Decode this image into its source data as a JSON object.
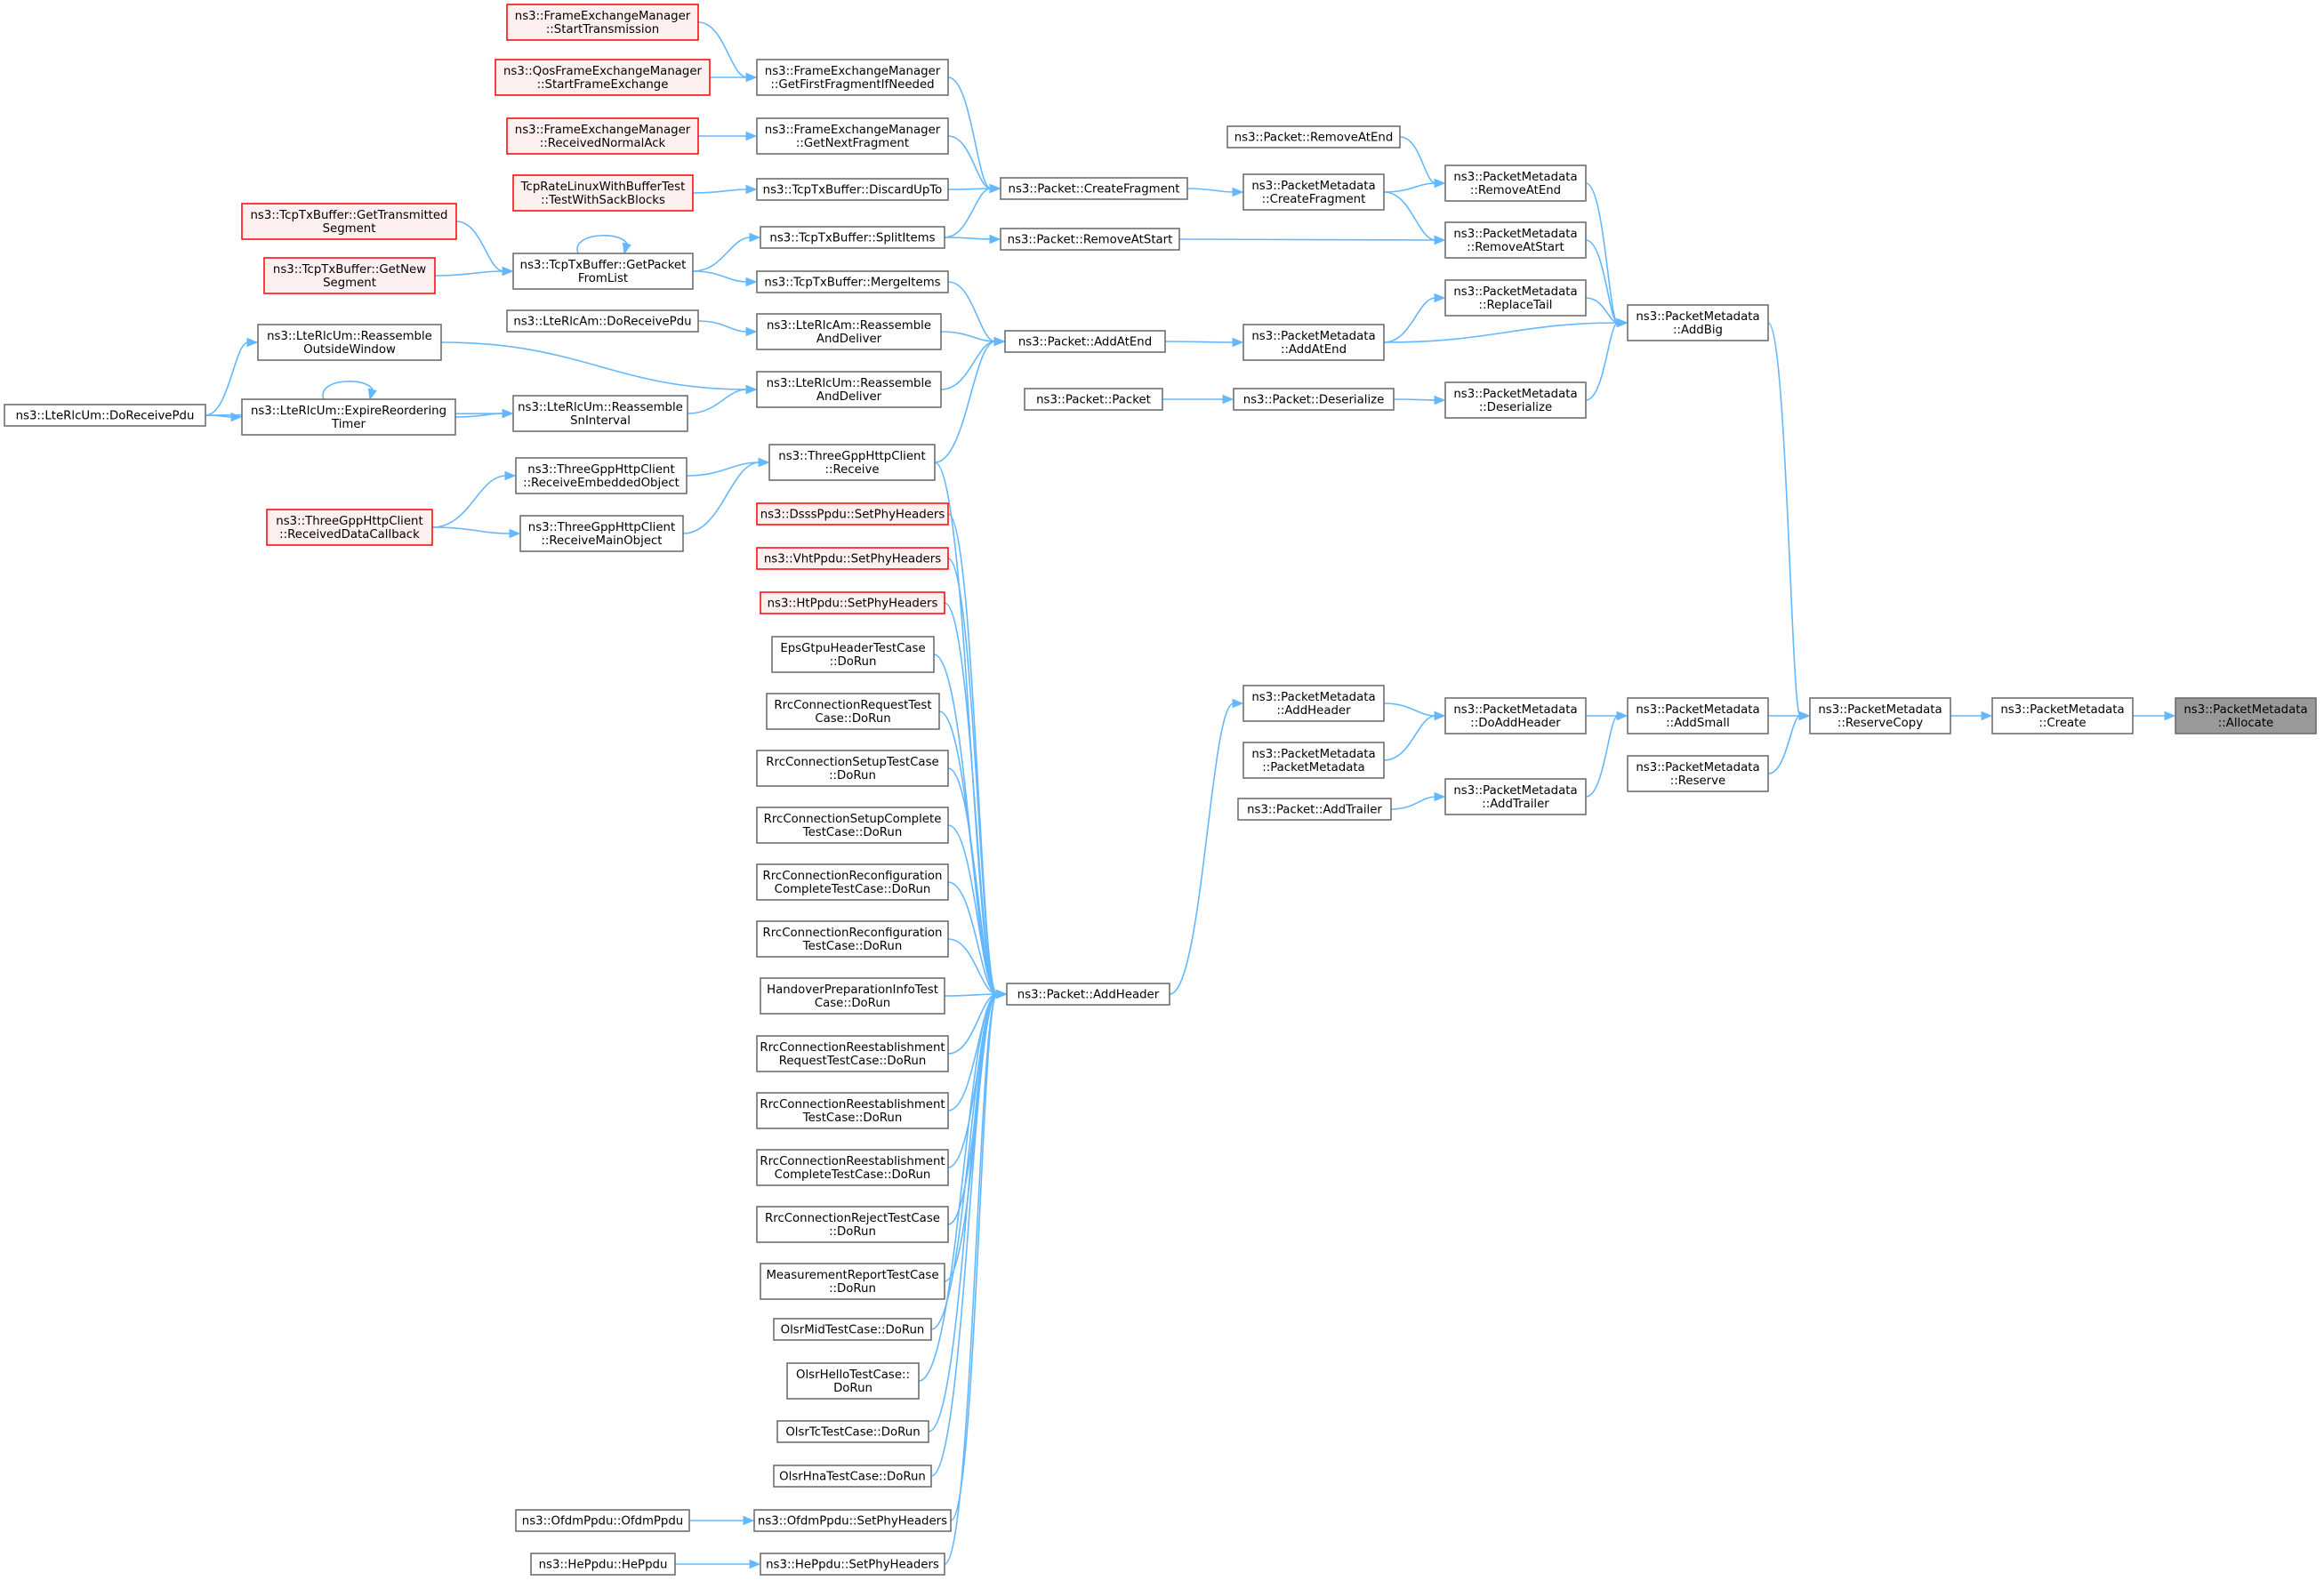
{
  "colors": {
    "edge": "#63b8ff",
    "node_border": "#666666",
    "link_error_border": "#ff0000",
    "link_error_fill": "#fff0f0",
    "current_fill": "#999999"
  },
  "nodes": {
    "fem_start_tx": {
      "lines": [
        "ns3::FrameExchangeManager",
        "::StartTransmission"
      ],
      "style": "red"
    },
    "qos_start_fe": {
      "lines": [
        "ns3::QosFrameExchangeManager",
        "::StartFrameExchange"
      ],
      "style": "red"
    },
    "fem_recv_normal_ack": {
      "lines": [
        "ns3::FrameExchangeManager",
        "::ReceivedNormalAck"
      ],
      "style": "red"
    },
    "tcp_rate_test": {
      "lines": [
        "TcpRateLinuxWithBufferTest",
        "::TestWithSackBlocks"
      ],
      "style": "red"
    },
    "tx_get_transmitted": {
      "lines": [
        "ns3::TcpTxBuffer::GetTransmitted",
        "Segment"
      ],
      "style": "red"
    },
    "tx_get_new": {
      "lines": [
        "ns3::TcpTxBuffer::GetNew",
        "Segment"
      ],
      "style": "red"
    },
    "um_reassemble_outside": {
      "lines": [
        "ns3::LteRlcUm::Reassemble",
        "OutsideWindow"
      ],
      "style": "normal"
    },
    "am_do_receive": {
      "lines": [
        "ns3::LteRlcAm::DoReceivePdu"
      ],
      "style": "normal"
    },
    "um_do_receive": {
      "lines": [
        "ns3::LteRlcUm::DoReceivePdu"
      ],
      "style": "normal"
    },
    "um_expire_reorder": {
      "lines": [
        "ns3::LteRlcUm::ExpireReordering",
        "Timer"
      ],
      "style": "normal"
    },
    "http_received_cb": {
      "lines": [
        "ns3::ThreeGppHttpClient",
        "::ReceivedDataCallback"
      ],
      "style": "red"
    },
    "fem_get_first_frag": {
      "lines": [
        "ns3::FrameExchangeManager",
        "::GetFirstFragmentIfNeeded"
      ],
      "style": "normal"
    },
    "fem_get_next_frag": {
      "lines": [
        "ns3::FrameExchangeManager",
        "::GetNextFragment"
      ],
      "style": "normal"
    },
    "tx_discard_upto": {
      "lines": [
        "ns3::TcpTxBuffer::DiscardUpTo"
      ],
      "style": "normal"
    },
    "tx_split_items": {
      "lines": [
        "ns3::TcpTxBuffer::SplitItems"
      ],
      "style": "normal"
    },
    "tx_merge_items": {
      "lines": [
        "ns3::TcpTxBuffer::MergeItems"
      ],
      "style": "normal"
    },
    "tx_get_packet_from_list": {
      "lines": [
        "ns3::TcpTxBuffer::GetPacket",
        "FromList"
      ],
      "style": "normal"
    },
    "am_reassemble_deliver": {
      "lines": [
        "ns3::LteRlcAm::Reassemble",
        "AndDeliver"
      ],
      "style": "normal"
    },
    "um_reassemble_deliver": {
      "lines": [
        "ns3::LteRlcUm::Reassemble",
        "AndDeliver"
      ],
      "style": "normal"
    },
    "um_reassemble_sn": {
      "lines": [
        "ns3::LteRlcUm::Reassemble",
        "SnInterval"
      ],
      "style": "normal"
    },
    "http_receive": {
      "lines": [
        "ns3::ThreeGppHttpClient",
        "::Receive"
      ],
      "style": "normal"
    },
    "http_recv_embedded": {
      "lines": [
        "ns3::ThreeGppHttpClient",
        "::ReceiveEmbeddedObject"
      ],
      "style": "normal"
    },
    "http_recv_main": {
      "lines": [
        "ns3::ThreeGppHttpClient",
        "::ReceiveMainObject"
      ],
      "style": "normal"
    },
    "dsss_set_phy": {
      "lines": [
        "ns3::DsssPpdu::SetPhyHeaders"
      ],
      "style": "red"
    },
    "vht_set_phy": {
      "lines": [
        "ns3::VhtPpdu::SetPhyHeaders"
      ],
      "style": "red"
    },
    "ht_set_phy": {
      "lines": [
        "ns3::HtPpdu::SetPhyHeaders"
      ],
      "style": "red"
    },
    "eps_gtpu_test": {
      "lines": [
        "EpsGtpuHeaderTestCase",
        "::DoRun"
      ],
      "style": "normal"
    },
    "rrc_req_test": {
      "lines": [
        "RrcConnectionRequestTest",
        "Case::DoRun"
      ],
      "style": "normal"
    },
    "rrc_setup_test": {
      "lines": [
        "RrcConnectionSetupTestCase",
        "::DoRun"
      ],
      "style": "normal"
    },
    "rrc_setup_complete_test": {
      "lines": [
        "RrcConnectionSetupComplete",
        "TestCase::DoRun"
      ],
      "style": "normal"
    },
    "rrc_reconf_complete_test": {
      "lines": [
        "RrcConnectionReconfiguration",
        "CompleteTestCase::DoRun"
      ],
      "style": "normal"
    },
    "rrc_reconf_test": {
      "lines": [
        "RrcConnectionReconfiguration",
        "TestCase::DoRun"
      ],
      "style": "normal"
    },
    "handover_prep_test": {
      "lines": [
        "HandoverPreparationInfoTest",
        "Case::DoRun"
      ],
      "style": "normal"
    },
    "rrc_reest_req_test": {
      "lines": [
        "RrcConnectionReestablishment",
        "RequestTestCase::DoRun"
      ],
      "style": "normal"
    },
    "rrc_reest_test": {
      "lines": [
        "RrcConnectionReestablishment",
        "TestCase::DoRun"
      ],
      "style": "normal"
    },
    "rrc_reest_complete_test": {
      "lines": [
        "RrcConnectionReestablishment",
        "CompleteTestCase::DoRun"
      ],
      "style": "normal"
    },
    "rrc_reject_test": {
      "lines": [
        "RrcConnectionRejectTestCase",
        "::DoRun"
      ],
      "style": "normal"
    },
    "meas_report_test": {
      "lines": [
        "MeasurementReportTestCase",
        "::DoRun"
      ],
      "style": "normal"
    },
    "olsr_mid_test": {
      "lines": [
        "OlsrMidTestCase::DoRun"
      ],
      "style": "normal"
    },
    "olsr_hello_test": {
      "lines": [
        "OlsrHelloTestCase::",
        "DoRun"
      ],
      "style": "normal"
    },
    "olsr_tc_test": {
      "lines": [
        "OlsrTcTestCase::DoRun"
      ],
      "style": "normal"
    },
    "olsr_hna_test": {
      "lines": [
        "OlsrHnaTestCase::DoRun"
      ],
      "style": "normal"
    },
    "ofdm_ppdu_ctor": {
      "lines": [
        "ns3::OfdmPpdu::OfdmPpdu"
      ],
      "style": "normal"
    },
    "ofdm_set_phy": {
      "lines": [
        "ns3::OfdmPpdu::SetPhyHeaders"
      ],
      "style": "normal"
    },
    "he_ppdu_ctor": {
      "lines": [
        "ns3::HePpdu::HePpdu"
      ],
      "style": "normal"
    },
    "he_set_phy": {
      "lines": [
        "ns3::HePpdu::SetPhyHeaders"
      ],
      "style": "normal"
    },
    "pkt_create_fragment": {
      "lines": [
        "ns3::Packet::CreateFragment"
      ],
      "style": "normal"
    },
    "pkt_remove_at_start": {
      "lines": [
        "ns3::Packet::RemoveAtStart"
      ],
      "style": "normal"
    },
    "pkt_add_at_end": {
      "lines": [
        "ns3::Packet::AddAtEnd"
      ],
      "style": "normal"
    },
    "pkt_packet": {
      "lines": [
        "ns3::Packet::Packet"
      ],
      "style": "normal"
    },
    "pkt_add_header": {
      "lines": [
        "ns3::Packet::AddHeader"
      ],
      "style": "normal"
    },
    "pkt_remove_at_end": {
      "lines": [
        "ns3::Packet::RemoveAtEnd"
      ],
      "style": "normal"
    },
    "pm_create_fragment": {
      "lines": [
        "ns3::PacketMetadata",
        "::CreateFragment"
      ],
      "style": "normal"
    },
    "pm_add_at_end": {
      "lines": [
        "ns3::PacketMetadata",
        "::AddAtEnd"
      ],
      "style": "normal"
    },
    "pkt_deserialize": {
      "lines": [
        "ns3::Packet::Deserialize"
      ],
      "style": "normal"
    },
    "pm_add_header": {
      "lines": [
        "ns3::PacketMetadata",
        "::AddHeader"
      ],
      "style": "normal"
    },
    "pm_packet_metadata": {
      "lines": [
        "ns3::PacketMetadata",
        "::PacketMetadata"
      ],
      "style": "normal"
    },
    "pkt_add_trailer": {
      "lines": [
        "ns3::Packet::AddTrailer"
      ],
      "style": "normal"
    },
    "pm_remove_at_end": {
      "lines": [
        "ns3::PacketMetadata",
        "::RemoveAtEnd"
      ],
      "style": "normal"
    },
    "pm_remove_at_start": {
      "lines": [
        "ns3::PacketMetadata",
        "::RemoveAtStart"
      ],
      "style": "normal"
    },
    "pm_replace_tail": {
      "lines": [
        "ns3::PacketMetadata",
        "::ReplaceTail"
      ],
      "style": "normal"
    },
    "pm_deserialize": {
      "lines": [
        "ns3::PacketMetadata",
        "::Deserialize"
      ],
      "style": "normal"
    },
    "pm_do_add_header": {
      "lines": [
        "ns3::PacketMetadata",
        "::DoAddHeader"
      ],
      "style": "normal"
    },
    "pm_add_trailer": {
      "lines": [
        "ns3::PacketMetadata",
        "::AddTrailer"
      ],
      "style": "normal"
    },
    "pm_add_big": {
      "lines": [
        "ns3::PacketMetadata",
        "::AddBig"
      ],
      "style": "normal"
    },
    "pm_add_small": {
      "lines": [
        "ns3::PacketMetadata",
        "::AddSmall"
      ],
      "style": "normal"
    },
    "pm_reserve": {
      "lines": [
        "ns3::PacketMetadata",
        "::Reserve"
      ],
      "style": "normal"
    },
    "pm_reserve_copy": {
      "lines": [
        "ns3::PacketMetadata",
        "::ReserveCopy"
      ],
      "style": "normal"
    },
    "pm_create": {
      "lines": [
        "ns3::PacketMetadata",
        "::Create"
      ],
      "style": "normal"
    },
    "pm_allocate": {
      "lines": [
        "ns3::PacketMetadata",
        "::Allocate"
      ],
      "style": "current"
    }
  },
  "edges": [
    [
      "fem_start_tx",
      "fem_get_first_frag"
    ],
    [
      "qos_start_fe",
      "fem_get_first_frag"
    ],
    [
      "fem_recv_normal_ack",
      "fem_get_next_frag"
    ],
    [
      "tcp_rate_test",
      "tx_discard_upto"
    ],
    [
      "tx_get_transmitted",
      "tx_get_packet_from_list"
    ],
    [
      "tx_get_new",
      "tx_get_packet_from_list"
    ],
    [
      "tx_get_packet_from_list",
      "tx_get_packet_from_list"
    ],
    [
      "tx_get_packet_from_list",
      "tx_split_items"
    ],
    [
      "tx_get_packet_from_list",
      "tx_merge_items"
    ],
    [
      "am_do_receive",
      "am_reassemble_deliver"
    ],
    [
      "um_do_receive",
      "um_reassemble_outside"
    ],
    [
      "um_do_receive",
      "um_expire_reorder"
    ],
    [
      "um_do_receive",
      "um_reassemble_sn"
    ],
    [
      "um_expire_reorder",
      "um_expire_reorder"
    ],
    [
      "um_expire_reorder",
      "um_reassemble_sn"
    ],
    [
      "um_reassemble_outside",
      "um_reassemble_deliver"
    ],
    [
      "um_reassemble_sn",
      "um_reassemble_deliver"
    ],
    [
      "http_received_cb",
      "http_recv_embedded"
    ],
    [
      "http_received_cb",
      "http_recv_main"
    ],
    [
      "http_recv_embedded",
      "http_receive"
    ],
    [
      "http_recv_main",
      "http_receive"
    ],
    [
      "fem_get_first_frag",
      "pkt_create_fragment"
    ],
    [
      "fem_get_next_frag",
      "pkt_create_fragment"
    ],
    [
      "tx_discard_upto",
      "pkt_create_fragment"
    ],
    [
      "tx_split_items",
      "pkt_create_fragment"
    ],
    [
      "tx_split_items",
      "pkt_remove_at_start"
    ],
    [
      "tx_merge_items",
      "pkt_add_at_end"
    ],
    [
      "am_reassemble_deliver",
      "pkt_add_at_end"
    ],
    [
      "um_reassemble_deliver",
      "pkt_add_at_end"
    ],
    [
      "http_receive",
      "pkt_add_at_end"
    ],
    [
      "dsss_set_phy",
      "pkt_add_header"
    ],
    [
      "vht_set_phy",
      "pkt_add_header"
    ],
    [
      "ht_set_phy",
      "pkt_add_header"
    ],
    [
      "eps_gtpu_test",
      "pkt_add_header"
    ],
    [
      "rrc_req_test",
      "pkt_add_header"
    ],
    [
      "rrc_setup_test",
      "pkt_add_header"
    ],
    [
      "rrc_setup_complete_test",
      "pkt_add_header"
    ],
    [
      "rrc_reconf_complete_test",
      "pkt_add_header"
    ],
    [
      "rrc_reconf_test",
      "pkt_add_header"
    ],
    [
      "handover_prep_test",
      "pkt_add_header"
    ],
    [
      "rrc_reest_req_test",
      "pkt_add_header"
    ],
    [
      "rrc_reest_test",
      "pkt_add_header"
    ],
    [
      "rrc_reest_complete_test",
      "pkt_add_header"
    ],
    [
      "rrc_reject_test",
      "pkt_add_header"
    ],
    [
      "meas_report_test",
      "pkt_add_header"
    ],
    [
      "olsr_mid_test",
      "pkt_add_header"
    ],
    [
      "olsr_hello_test",
      "pkt_add_header"
    ],
    [
      "olsr_tc_test",
      "pkt_add_header"
    ],
    [
      "olsr_hna_test",
      "pkt_add_header"
    ],
    [
      "ofdm_ppdu_ctor",
      "ofdm_set_phy"
    ],
    [
      "ofdm_set_phy",
      "pkt_add_header"
    ],
    [
      "he_ppdu_ctor",
      "he_set_phy"
    ],
    [
      "he_set_phy",
      "pkt_add_header"
    ],
    [
      "http_receive",
      "pkt_add_header"
    ],
    [
      "pkt_create_fragment",
      "pm_create_fragment"
    ],
    [
      "pkt_remove_at_start",
      "pm_remove_at_start"
    ],
    [
      "pkt_add_at_end",
      "pm_add_at_end"
    ],
    [
      "pkt_packet",
      "pkt_deserialize"
    ],
    [
      "pkt_add_header",
      "pm_add_header"
    ],
    [
      "pkt_remove_at_end",
      "pm_remove_at_end"
    ],
    [
      "pm_create_fragment",
      "pm_remove_at_end"
    ],
    [
      "pm_create_fragment",
      "pm_remove_at_start"
    ],
    [
      "pm_add_at_end",
      "pm_replace_tail"
    ],
    [
      "pkt_deserialize",
      "pm_deserialize"
    ],
    [
      "pm_add_header",
      "pm_do_add_header"
    ],
    [
      "pm_packet_metadata",
      "pm_do_add_header"
    ],
    [
      "pkt_add_trailer",
      "pm_add_trailer"
    ],
    [
      "pm_remove_at_end",
      "pm_add_big"
    ],
    [
      "pm_remove_at_start",
      "pm_add_big"
    ],
    [
      "pm_replace_tail",
      "pm_add_big"
    ],
    [
      "pm_add_at_end",
      "pm_add_big"
    ],
    [
      "pm_deserialize",
      "pm_add_big"
    ],
    [
      "pm_do_add_header",
      "pm_add_small"
    ],
    [
      "pm_add_trailer",
      "pm_add_small"
    ],
    [
      "pm_add_big",
      "pm_reserve_copy"
    ],
    [
      "pm_add_small",
      "pm_reserve_copy"
    ],
    [
      "pm_reserve",
      "pm_reserve_copy"
    ],
    [
      "pm_reserve_copy",
      "pm_create"
    ],
    [
      "pm_create",
      "pm_allocate"
    ]
  ]
}
